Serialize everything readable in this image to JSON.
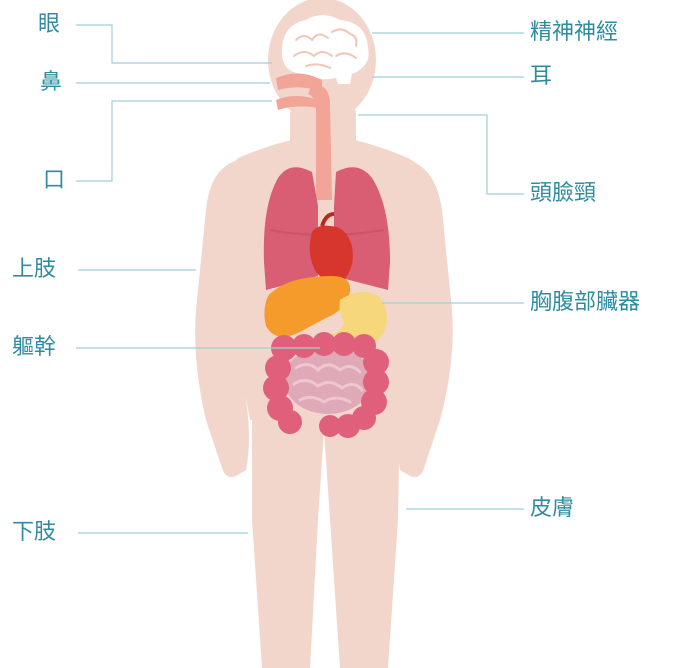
{
  "labels": {
    "eyes": "眼",
    "nose": "鼻",
    "mouth": "口",
    "upper_limbs": "上肢",
    "torso": "軀幹",
    "lower_limbs": "下肢",
    "nervous_system": "精神神經",
    "ears": "耳",
    "head_face_neck": "頭臉頸",
    "chest_abdomen_organs": "胸腹部臟器",
    "skin": "皮膚"
  },
  "colors": {
    "label_text": "#2f8ca0",
    "leader_line": "#9fcfd8",
    "body": "#f3d6cb",
    "brain": "#ffffff",
    "brain_lines": "#f1c6b8",
    "airway": "#f2a597",
    "lungs": "#d95d73",
    "heart": "#d6362b",
    "liver": "#f49b2c",
    "stomach": "#f7d77c",
    "colon": "#e0607c",
    "small_intestine": "#dfa9b8"
  }
}
